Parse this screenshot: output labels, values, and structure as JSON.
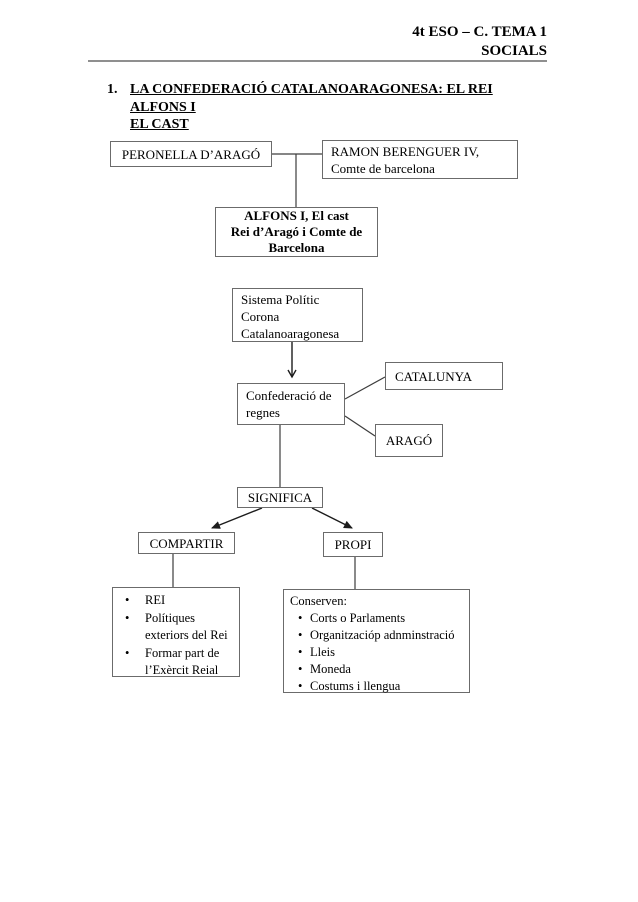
{
  "header": {
    "line1": "4t ESO – C. TEMA 1",
    "line2": "SOCIALS"
  },
  "heading": {
    "number": "1.",
    "text": "LA CONFEDERACIÓ CATALANOARAGONESA: EL REI ALFONS I\nEL CAST"
  },
  "boxes": {
    "peronella": "PERONELLA D’ARAGÓ",
    "ramon": "RAMON BERENGUER IV,\nComte de barcelona",
    "alfons": "ALFONS I, El cast\nRei d’Aragó i Comte de\nBarcelona",
    "sistema_politic": "Sistema Polític\nCorona\nCatalanoaragonesa",
    "confederacio": "Confederació de\nregnes",
    "catalunya": "CATALUNYA",
    "arago": "ARAGÓ",
    "significa": "SIGNIFICA",
    "compartir": "COMPARTIR",
    "propi": "PROPI"
  },
  "lists": {
    "compartir": {
      "items": [
        "REI",
        "Polítiques exteriors del Rei",
        "Formar part de l’Exèrcit Reial"
      ]
    },
    "propi": {
      "label": "Conserven:",
      "items": [
        "Corts o Parlaments",
        "Organitzacióp adnminstració",
        "Lleis",
        "Moneda",
        "Costums i llengua"
      ]
    }
  }
}
